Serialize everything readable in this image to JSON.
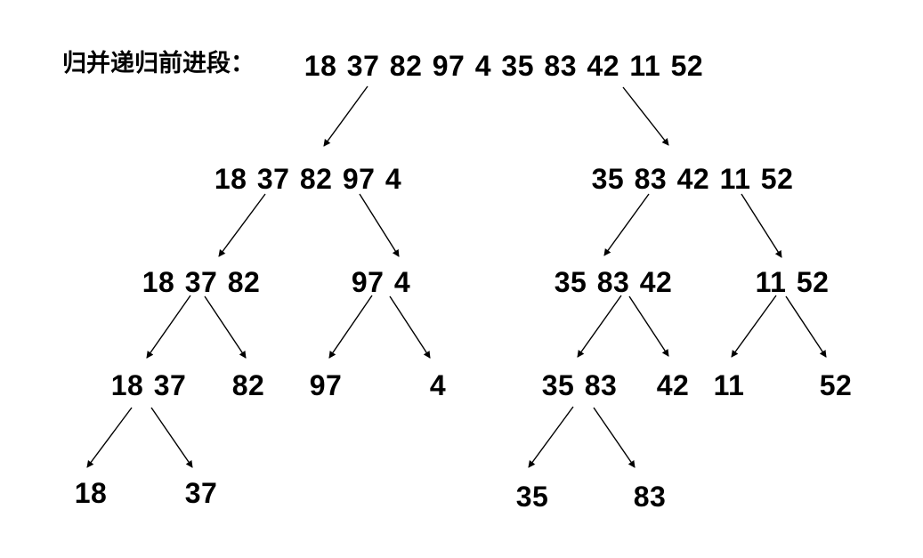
{
  "title": "归并递归前进段：",
  "colors": {
    "background": "#ffffff",
    "text": "#000000",
    "arrow": "#000000"
  },
  "diagram": {
    "type": "merge-sort-recursion-split-tree",
    "root": "18 37 82 97 4 35 83 42 11 52",
    "nodes": {
      "l1_left": "18 37 82 97 4",
      "l1_right": "35 83 42 11 52",
      "l2_a": "18 37 82",
      "l2_b": "97 4",
      "l2_c": "35 83 42",
      "l2_d": "11 52",
      "l3_a": "18 37",
      "l3_b": "82",
      "l3_c": "97",
      "l3_d": "4",
      "l3_e": "35 83",
      "l3_f": "42",
      "l3_g": "11",
      "l3_h": "52",
      "l4_a": "18",
      "l4_b": "37",
      "l4_c": "35",
      "l4_d": "83"
    },
    "edges": [
      {
        "from": "root",
        "to": "l1_left"
      },
      {
        "from": "root",
        "to": "l1_right"
      },
      {
        "from": "l1_left",
        "to": "l2_a"
      },
      {
        "from": "l1_left",
        "to": "l2_b"
      },
      {
        "from": "l1_right",
        "to": "l2_c"
      },
      {
        "from": "l1_right",
        "to": "l2_d"
      },
      {
        "from": "l2_a",
        "to": "l3_a"
      },
      {
        "from": "l2_a",
        "to": "l3_b"
      },
      {
        "from": "l2_b",
        "to": "l3_c"
      },
      {
        "from": "l2_b",
        "to": "l3_d"
      },
      {
        "from": "l2_c",
        "to": "l3_e"
      },
      {
        "from": "l2_c",
        "to": "l3_f"
      },
      {
        "from": "l2_d",
        "to": "l3_g"
      },
      {
        "from": "l2_d",
        "to": "l3_h"
      },
      {
        "from": "l3_a",
        "to": "l4_a"
      },
      {
        "from": "l3_a",
        "to": "l4_b"
      },
      {
        "from": "l3_e",
        "to": "l4_c"
      },
      {
        "from": "l3_e",
        "to": "l4_d"
      }
    ]
  }
}
